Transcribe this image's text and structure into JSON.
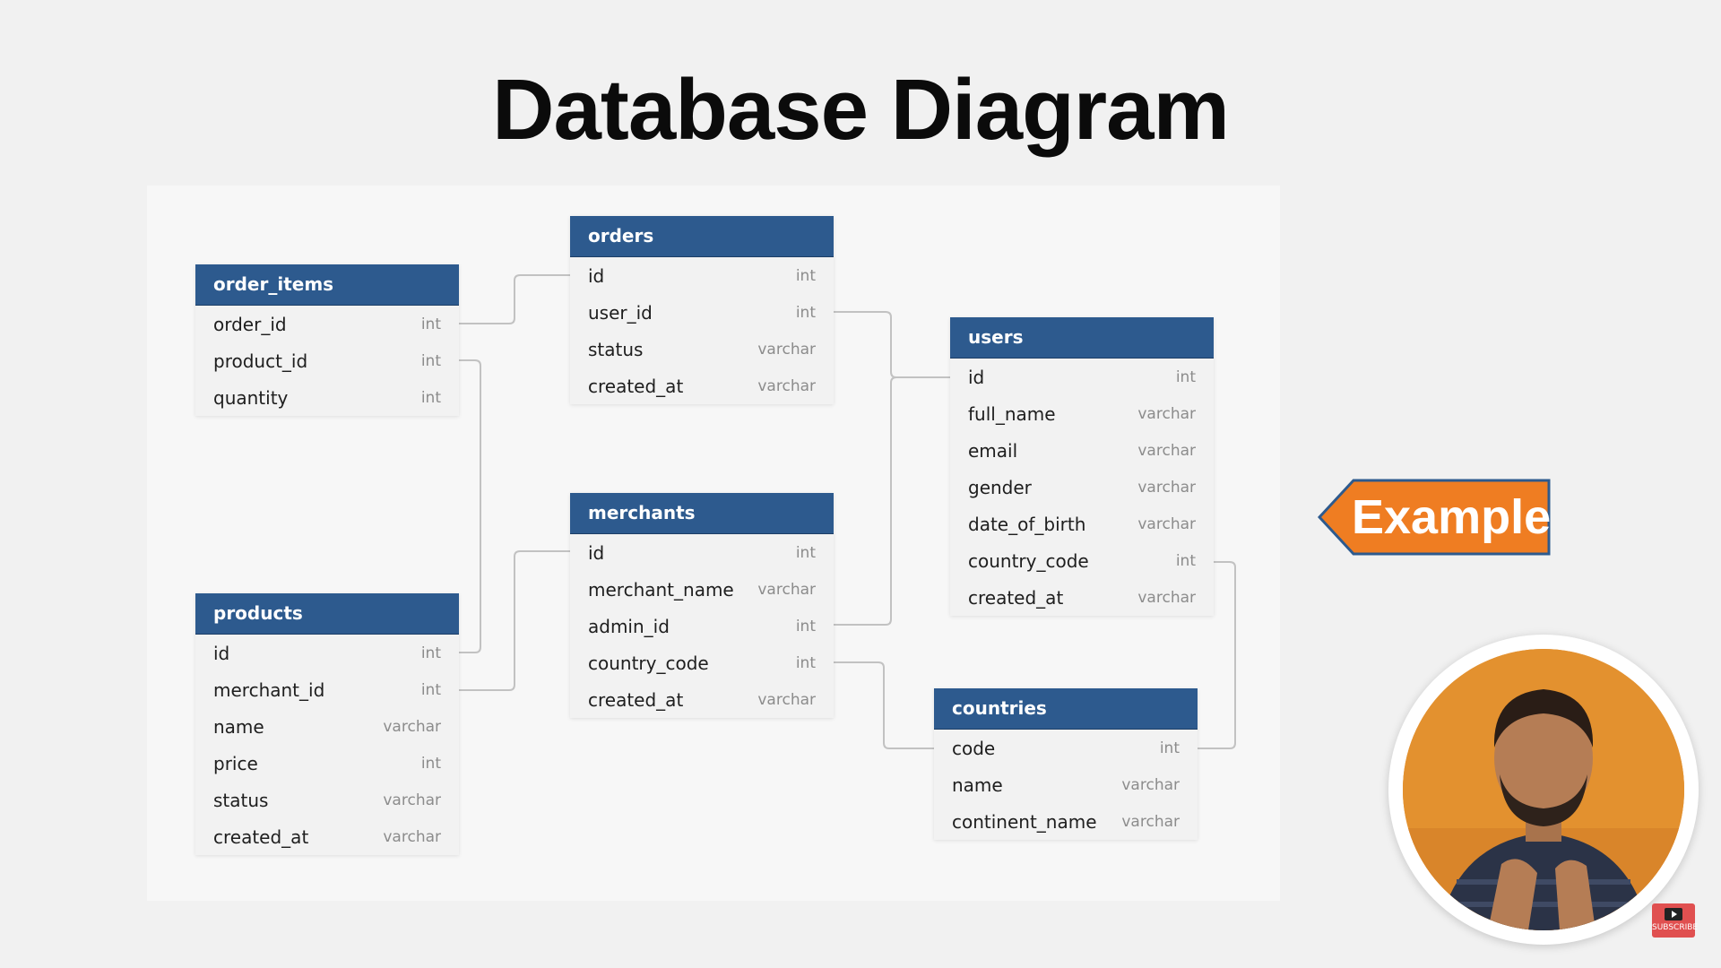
{
  "title": "Database Diagram",
  "tables": {
    "order_items": {
      "name": "order_items",
      "columns": [
        {
          "name": "order_id",
          "type": "int"
        },
        {
          "name": "product_id",
          "type": "int"
        },
        {
          "name": "quantity",
          "type": "int"
        }
      ]
    },
    "orders": {
      "name": "orders",
      "columns": [
        {
          "name": "id",
          "type": "int"
        },
        {
          "name": "user_id",
          "type": "int"
        },
        {
          "name": "status",
          "type": "varchar"
        },
        {
          "name": "created_at",
          "type": "varchar"
        }
      ]
    },
    "users": {
      "name": "users",
      "columns": [
        {
          "name": "id",
          "type": "int"
        },
        {
          "name": "full_name",
          "type": "varchar"
        },
        {
          "name": "email",
          "type": "varchar"
        },
        {
          "name": "gender",
          "type": "varchar"
        },
        {
          "name": "date_of_birth",
          "type": "varchar"
        },
        {
          "name": "country_code",
          "type": "int"
        },
        {
          "name": "created_at",
          "type": "varchar"
        }
      ]
    },
    "merchants": {
      "name": "merchants",
      "columns": [
        {
          "name": "id",
          "type": "int"
        },
        {
          "name": "merchant_name",
          "type": "varchar"
        },
        {
          "name": "admin_id",
          "type": "int"
        },
        {
          "name": "country_code",
          "type": "int"
        },
        {
          "name": "created_at",
          "type": "varchar"
        }
      ]
    },
    "products": {
      "name": "products",
      "columns": [
        {
          "name": "id",
          "type": "int"
        },
        {
          "name": "merchant_id",
          "type": "int"
        },
        {
          "name": "name",
          "type": "varchar"
        },
        {
          "name": "price",
          "type": "int"
        },
        {
          "name": "status",
          "type": "varchar"
        },
        {
          "name": "created_at",
          "type": "varchar"
        }
      ]
    },
    "countries": {
      "name": "countries",
      "columns": [
        {
          "name": "code",
          "type": "int"
        },
        {
          "name": "name",
          "type": "varchar"
        },
        {
          "name": "continent_name",
          "type": "varchar"
        }
      ]
    }
  },
  "relationships": [
    {
      "from": "order_items.order_id",
      "to": "orders.id"
    },
    {
      "from": "order_items.product_id",
      "to": "products.id"
    },
    {
      "from": "orders.user_id",
      "to": "users.id"
    },
    {
      "from": "merchants.admin_id",
      "to": "users.id"
    },
    {
      "from": "products.merchant_id",
      "to": "merchants.id"
    },
    {
      "from": "merchants.country_code",
      "to": "countries.code"
    },
    {
      "from": "users.country_code",
      "to": "countries.code"
    }
  ],
  "callout": {
    "label": "Example"
  },
  "badge": {
    "icon": "play-icon",
    "label": "SUBSCRIBE"
  },
  "colors": {
    "header": "#2d5a8e",
    "callout_fill": "#ef7d22",
    "callout_border": "#2d5a8e",
    "avatar_bg": "#e08a2a"
  }
}
